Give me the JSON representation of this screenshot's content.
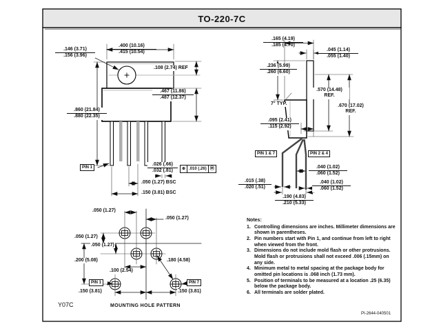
{
  "title": "TO-220-7C",
  "front": {
    "dim_tab_width": {
      "a": ".400 (10.16)",
      "b": ".415 (10.54)"
    },
    "dim_hole_dia": {
      "a": ".146 (3.71)",
      "b": ".156 (3.96)"
    },
    "dim_hole_pos": ".108 (2.74) REF",
    "dim_body_height": {
      "a": ".467 (11.86)",
      "b": ".487 (12.37)"
    },
    "dim_overall_height": {
      "a": ".860 (21.84)",
      "b": ".880 (22.35)"
    },
    "pin1_label": "PIN 1",
    "dim_lead_width": {
      "a": ".026 (.66)",
      "b": ".032 (.81)"
    },
    "tolerance": {
      "symbol": "⊕",
      "value": ".010 (.26)",
      "modifier": "Ⓜ"
    },
    "dim_lead_pitch": ".050 (1.27) BSC",
    "dim_lead_span": ".150 (3.81) BSC"
  },
  "side": {
    "dim_body_thickness": {
      "a": ".165 (4.19)",
      "b": ".185 (4.70)"
    },
    "dim_tab_thickness": {
      "a": ".045 (1.14)",
      "b": ".055 (1.40)"
    },
    "dim_tab_height": {
      "a": ".236 (5.99)",
      "b": ".260 (6.60)"
    },
    "angle_label": "7° TYP.",
    "dim_ref_570": {
      "a": ".570 (14.48)",
      "b": "REF."
    },
    "dim_ref_670": {
      "a": ".670 (17.02)",
      "b": "REF."
    },
    "dim_lead_offset": {
      "a": ".095 (2.41)",
      "b": ".115 (2.92)"
    },
    "pin17_label": "PIN 1 & 7",
    "pin24_label": "PIN 2 & 4",
    "dim_lead_gap1": {
      "a": ".040 (1.02)",
      "b": ".060 (1.52)"
    },
    "dim_lead_thk": {
      "a": ".015 (.38)",
      "b": ".020 (.51)"
    },
    "dim_lead_gap2": {
      "a": ".040 (1.02)",
      "b": ".060 (1.52)"
    },
    "dim_lead_spread": {
      "a": ".190 (4.83)",
      "b": ".210 (5.33)"
    }
  },
  "hole_pattern": {
    "dim_col_tl": ".050 (1.27)",
    "dim_col_tr": ".050 (1.27)",
    "dim_row_l1": ".050 (1.27)",
    "dim_row_l2": ".050 (1.27)",
    "dim_row_span": ".200 (5.08)",
    "dim_col_center": ".100 (2.54)",
    "dim_diag": ".180 (4.58)",
    "pin1_label": "PIN 1",
    "pin7_label": "PIN 7",
    "dim_left_150": ".150 (3.81)",
    "dim_right_150": ".150 (3.81)",
    "caption": "MOUNTING HOLE PATTERN"
  },
  "notes": {
    "heading": "Notes:",
    "items": [
      {
        "n": "1.",
        "text": "Controlling dimensions are inches. Millimeter dimensions are shown in parentheses."
      },
      {
        "n": "2.",
        "text": "Pin numbers start with Pin 1, and continue from left to right when viewed from the front."
      },
      {
        "n": "3.",
        "text": "Dimensions do not include mold flash or other protrusions.  Mold flash or protrusions shall not exceed .006 (.15mm) on any side."
      },
      {
        "n": "4.",
        "text": "Minimum metal to metal spacing at the package body for omitted pin locations is .068 inch (1.73 mm)."
      },
      {
        "n": "5.",
        "text": "Position of terminals to be measured at a location .25 (6.35) below the package body."
      },
      {
        "n": "6.",
        "text": "All terminals are solder plated."
      }
    ]
  },
  "footer": {
    "package_code": "Y07C",
    "drawing_number": "PI-2644-040501"
  }
}
